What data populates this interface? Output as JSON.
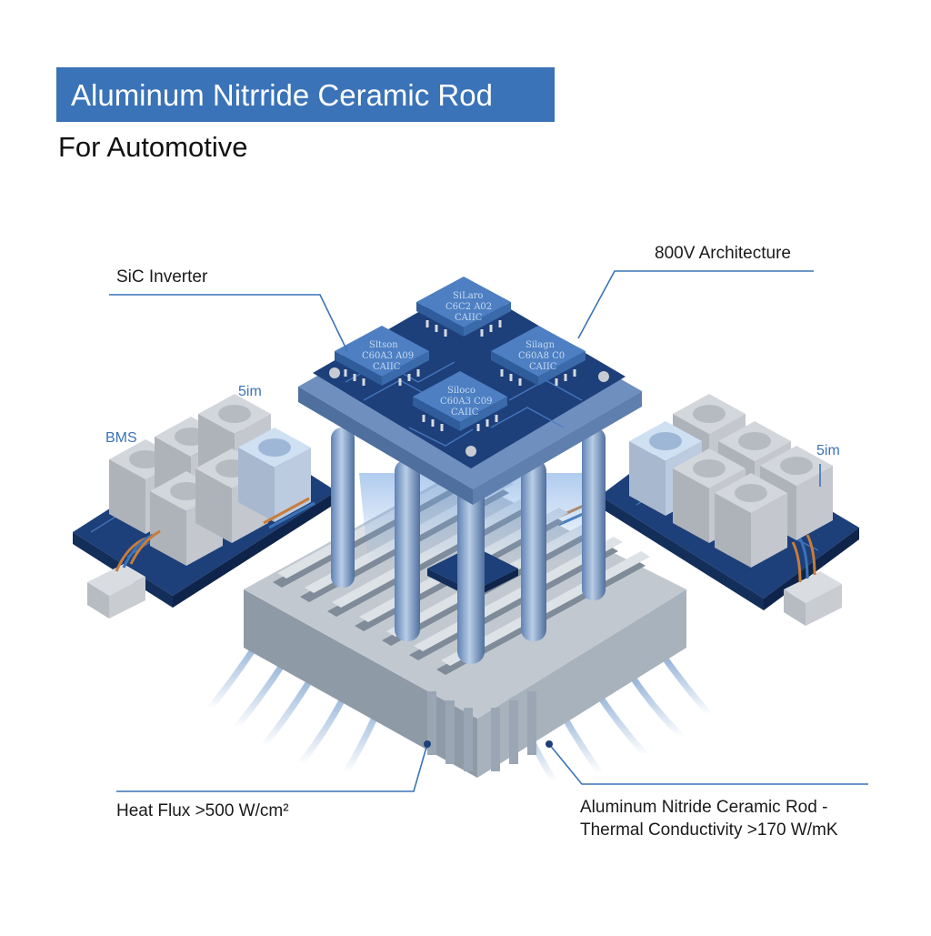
{
  "title": "Aluminum Nitrride Ceramic Rod",
  "subtitle": "For Automotive",
  "labels": {
    "sic_inverter": "SiC Inverter",
    "architecture": "800V Architecture",
    "bms": "BMS",
    "left_module_tag": "5im",
    "right_module_tag": "5im",
    "heat_flux": "Heat Flux >500 W/cm²",
    "rod_line1": "Aluminum Nitride Ceramic Rod -",
    "rod_line2": "Thermal Conductivity >170 W/mK"
  },
  "chips": [
    {
      "line1": "SiLaro",
      "line2": "C6C2 A02",
      "line3": "CAIIC"
    },
    {
      "line1": "Sltson",
      "line2": "C60A3 A09",
      "line3": "CAIIC"
    },
    {
      "line1": "Silagn",
      "line2": "C60A8 C0",
      "line3": "CAIIC"
    },
    {
      "line1": "Siloco",
      "line2": "C60A3 C09",
      "line3": "CAIIC"
    }
  ],
  "colors": {
    "title_bg": "#3a73b8",
    "pcb": "#1d3f7a",
    "chip": "#4d7fc2",
    "rod": "#7f9ec6",
    "heatsink": "#9aa6b4",
    "module": "#b9bec5"
  }
}
